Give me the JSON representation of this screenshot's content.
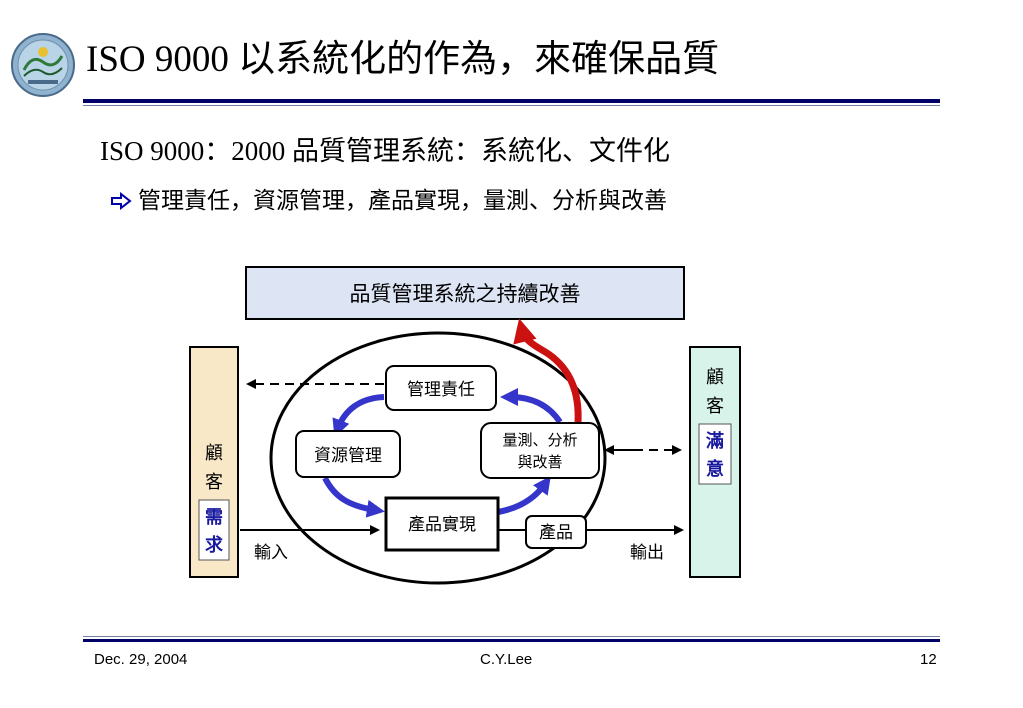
{
  "slide": {
    "title": "ISO 9000 以系統化的作為，來確保品質",
    "subtitle": "ISO 9000：2000 品質管理系統：系統化、文件化",
    "bullet": "管理責任，資源管理，產品實現，量測、分析與改善"
  },
  "diagram": {
    "top_box": "品質管理系統之持續改善",
    "left_panel": {
      "chars": [
        "顧",
        "客"
      ],
      "highlight": [
        "需",
        "求"
      ]
    },
    "right_panel": {
      "chars": [
        "顧",
        "客"
      ],
      "highlight": [
        "滿",
        "意"
      ]
    },
    "nodes": {
      "management": "管理責任",
      "resource": "資源管理",
      "product_realization": "產品實現",
      "measure_line1": "量測、分析",
      "measure_line2": "與改善",
      "product": "產品"
    },
    "labels": {
      "input": "輸入",
      "output": "輸出"
    },
    "colors": {
      "top_box_fill": "#dde4f4",
      "left_panel_fill": "#f8e8c8",
      "right_panel_fill": "#d8f4ea",
      "flow_arrow": "#3535cc",
      "improvement_arrow": "#cc1111",
      "highlight_text": "#1a1aa0"
    }
  },
  "footer": {
    "date": "Dec. 29, 2004",
    "author": "C.Y.Lee",
    "page": "12"
  }
}
